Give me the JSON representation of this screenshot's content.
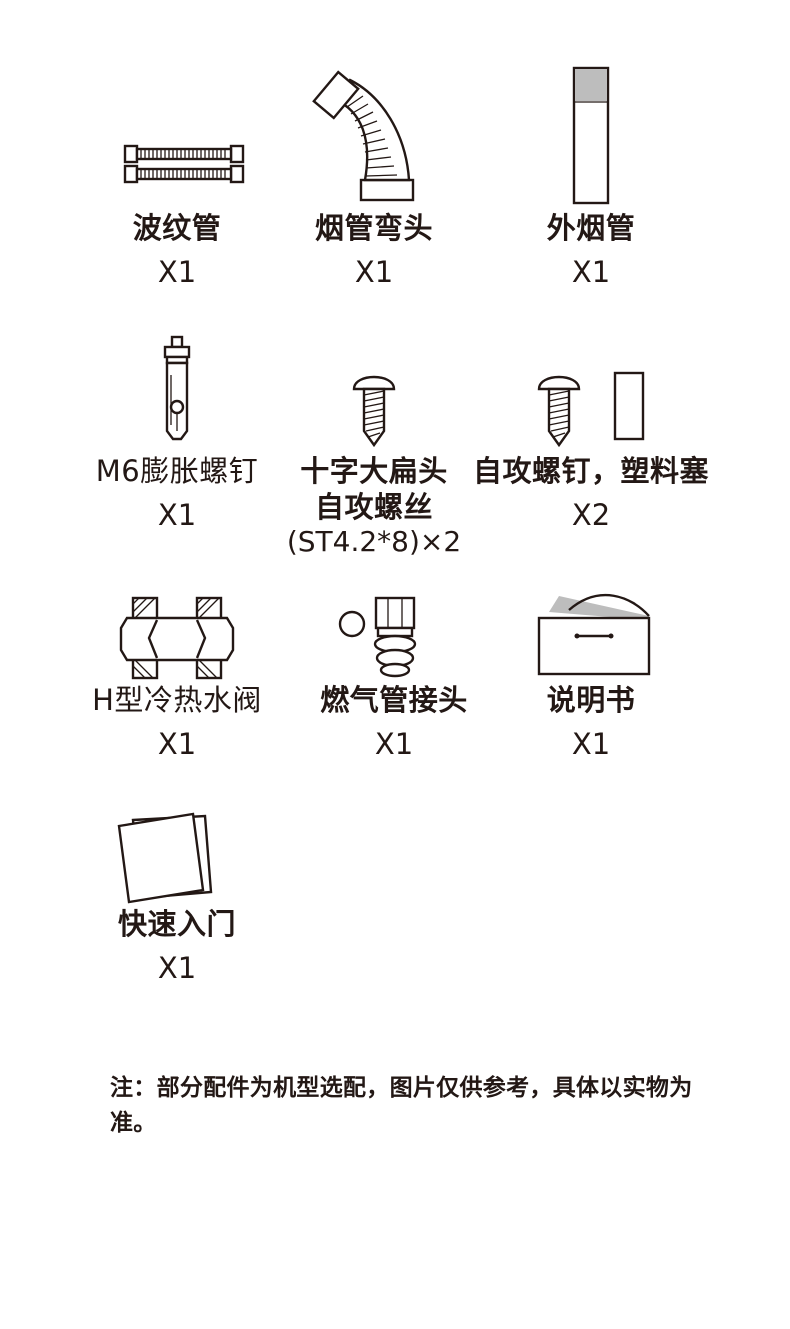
{
  "items": [
    {
      "name": "波纹管",
      "qty": "X1",
      "icon": "corrugated-pipe-icon"
    },
    {
      "name": "烟管弯头",
      "qty": "X1",
      "icon": "flue-elbow-icon"
    },
    {
      "name": "外烟管",
      "qty": "X1",
      "icon": "outer-flue-pipe-icon"
    },
    {
      "name": "M6膨胀螺钉",
      "qty": "X1",
      "icon": "expansion-bolt-icon"
    },
    {
      "name": "十字大扁头",
      "name2": "自攻螺丝",
      "spec": "(ST4.2*8)×2",
      "icon": "cross-screw-icon"
    },
    {
      "name": "自攻螺钉，塑料塞",
      "qty": "X2",
      "icon": "screw-plug-icon"
    },
    {
      "name": "H型冷热水阀",
      "qty": "X1",
      "icon": "h-valve-icon"
    },
    {
      "name": "燃气管接头",
      "qty": "X1",
      "icon": "gas-connector-icon"
    },
    {
      "name": "说明书",
      "qty": "X1",
      "icon": "manual-icon"
    },
    {
      "name": "快速入门",
      "qty": "X1",
      "icon": "quick-start-icon"
    }
  ],
  "note": "注：部分配件为机型选配，图片仅供参考，具体以实物为准。"
}
